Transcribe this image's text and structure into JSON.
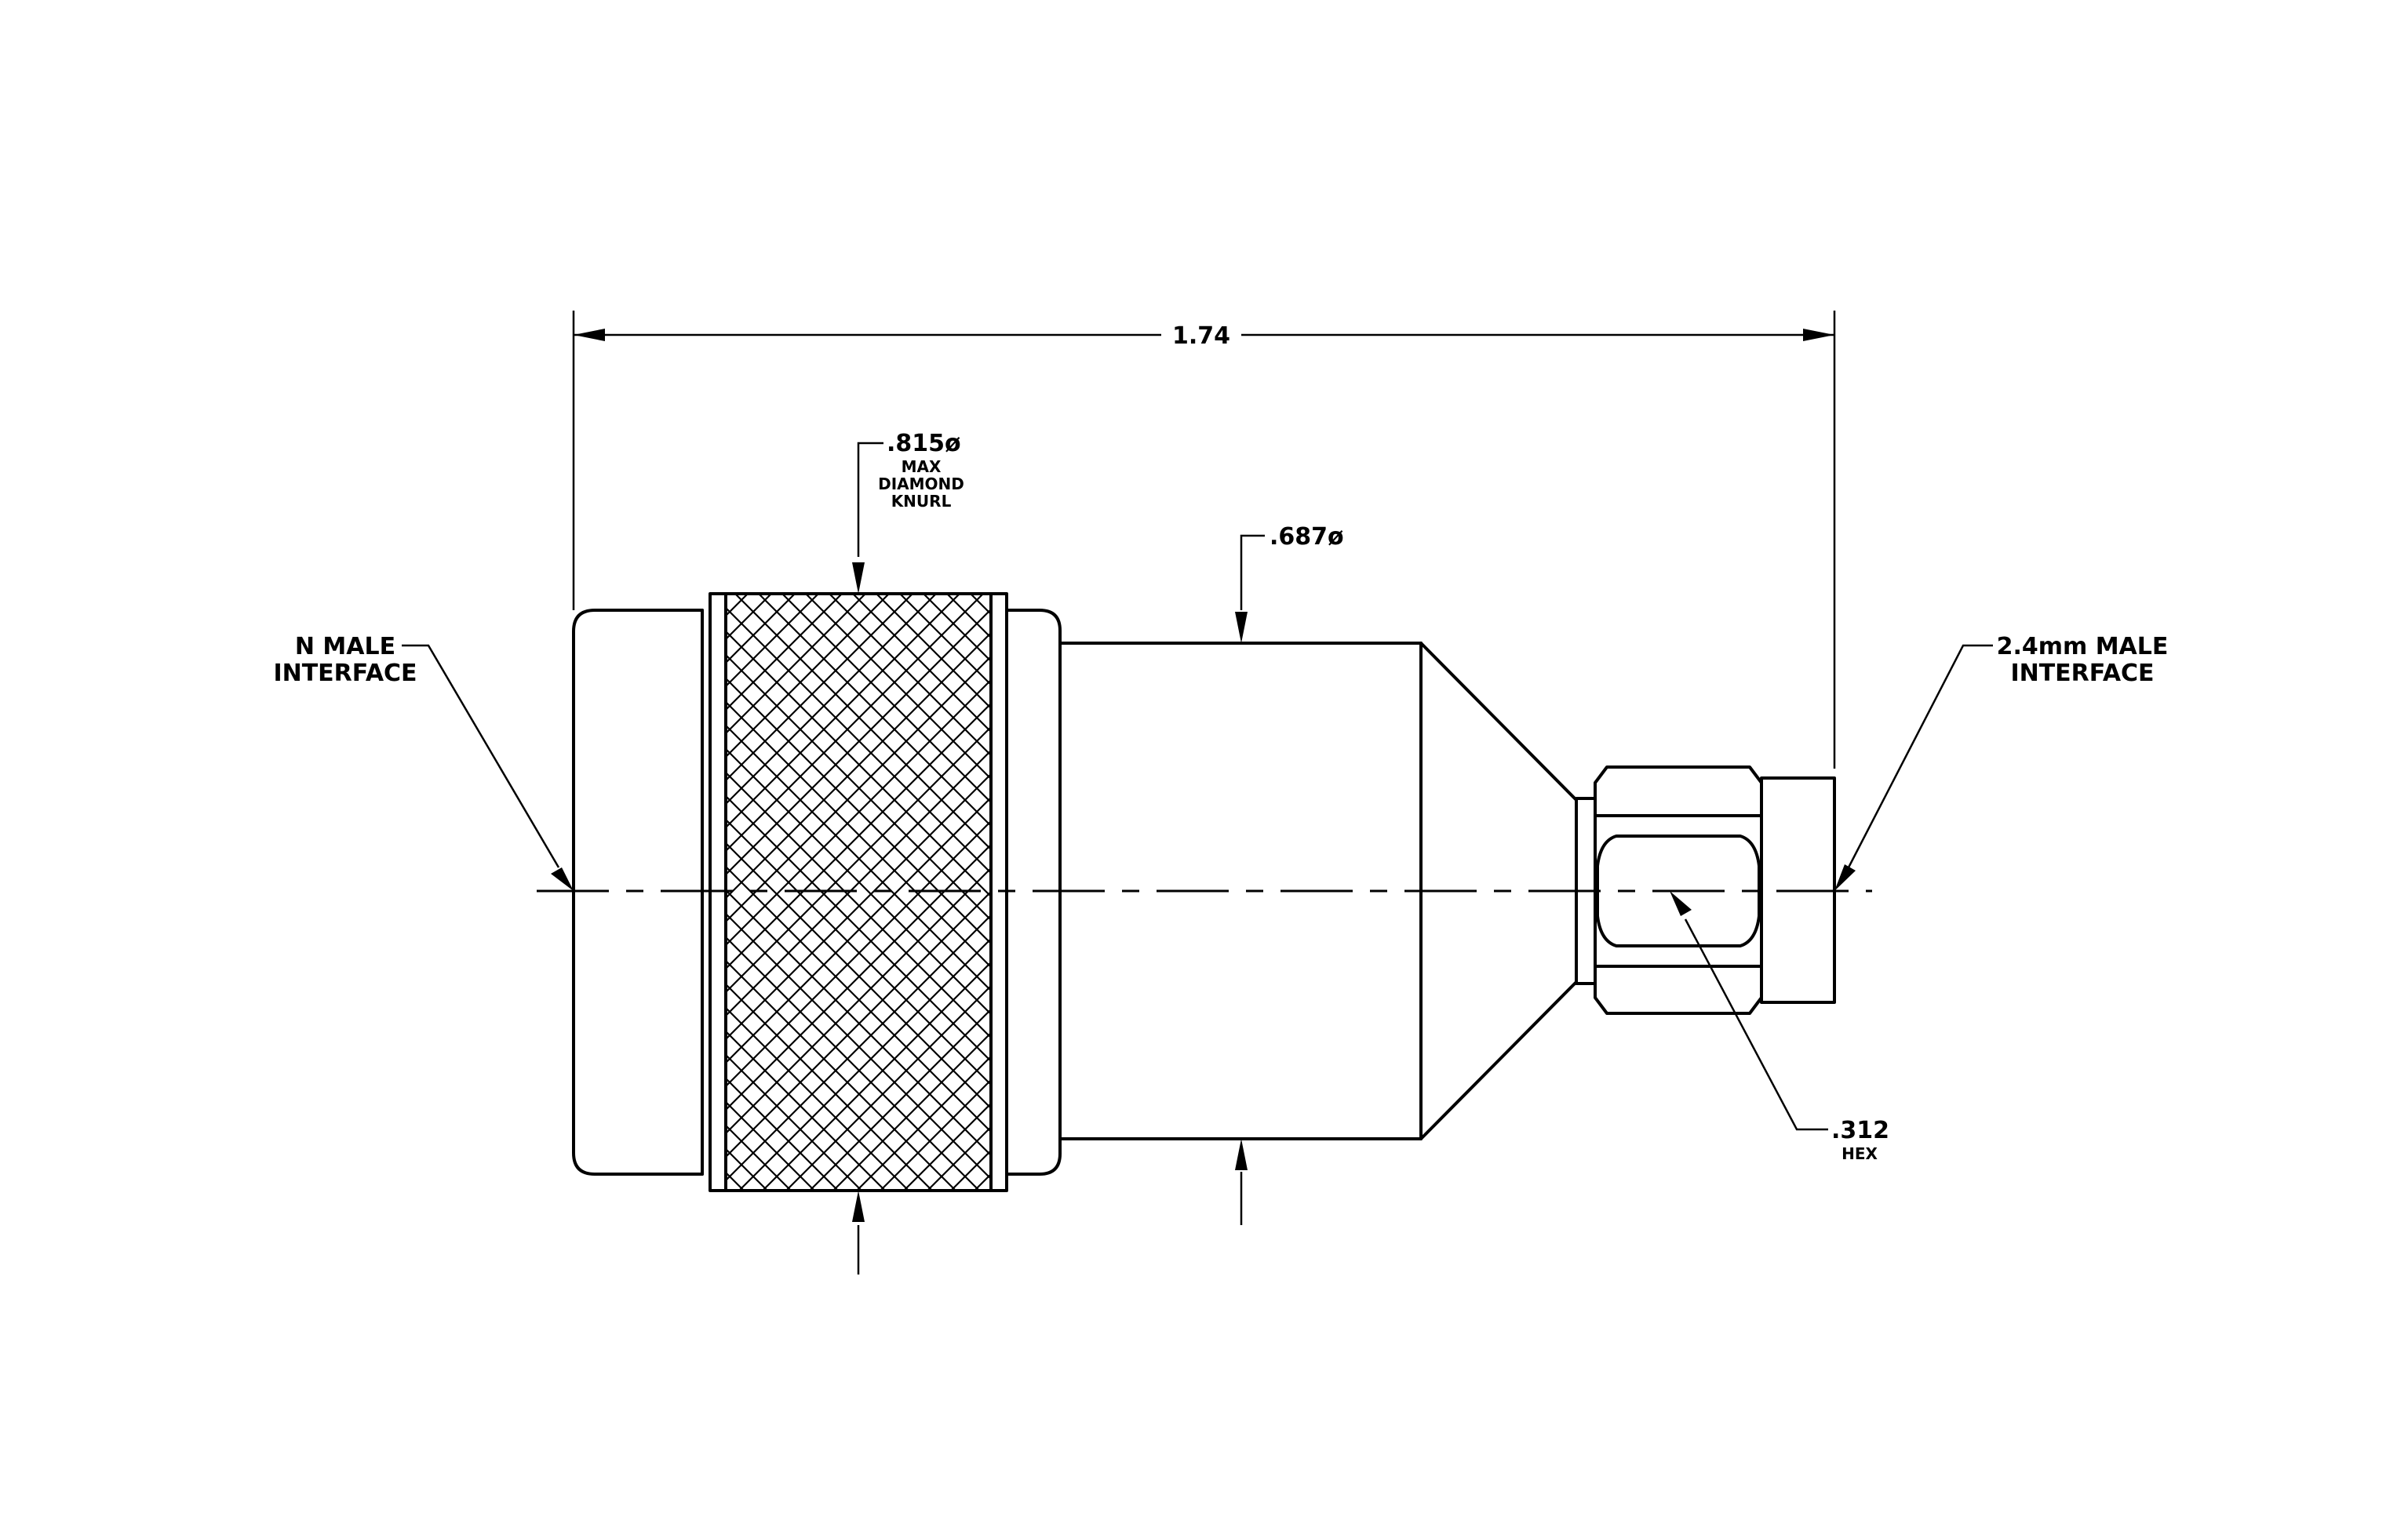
{
  "dimensions": {
    "overall_length": "1.74",
    "knurl_diameter": ".815ø",
    "knurl_note_line1": "MAX",
    "knurl_note_line2": "DIAMOND",
    "knurl_note_line3": "KNURL",
    "body_diameter": ".687ø",
    "hex_size": ".312",
    "hex_note": "HEX"
  },
  "callouts": {
    "left_interface_line1": "N  MALE",
    "left_interface_line2": "INTERFACE",
    "right_interface_line1": "2.4mm  MALE",
    "right_interface_line2": "INTERFACE"
  }
}
